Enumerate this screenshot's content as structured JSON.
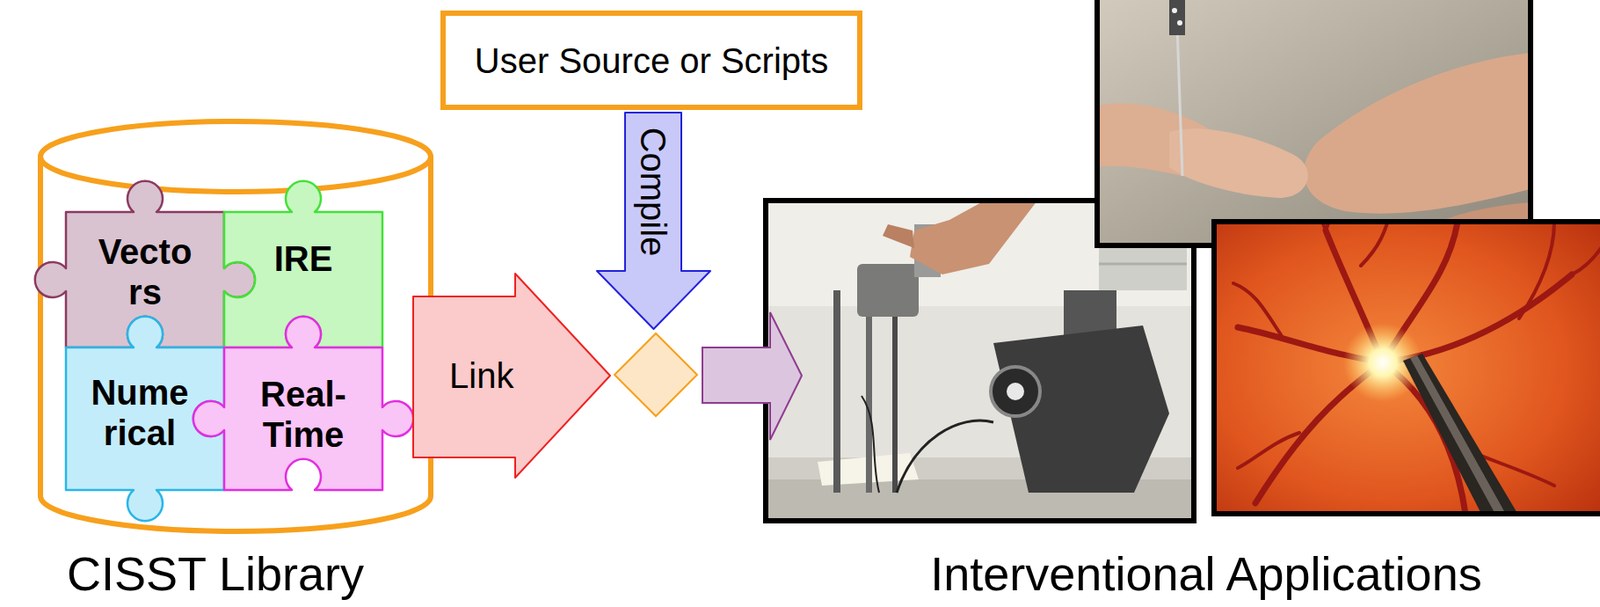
{
  "diagram": {
    "nodes": [
      {
        "text": [
          "CISST Library"
        ]
      },
      {
        "text": [
          "Vecto rs"
        ],
        "in": 0
      },
      {
        "text": [
          "IRE"
        ],
        "in": 0
      },
      {
        "text": [
          "Nume rical"
        ],
        "in": 0
      },
      {
        "text": [
          "Real- Time"
        ],
        "in": 0
      },
      {
        "text": [
          "User Source or Scripts"
        ]
      },
      {
        "text": [
          "Link"
        ]
      },
      {
        "text": [
          "Compile"
        ]
      }
    ],
    "labels": [
      "Interventional Applications"
    ]
  }
}
